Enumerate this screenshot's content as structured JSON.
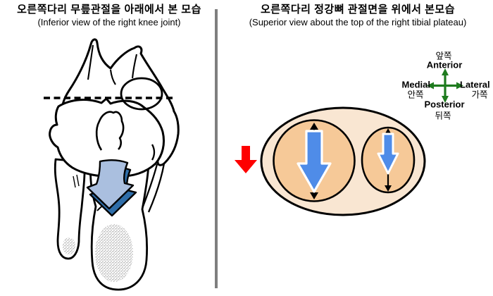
{
  "left_panel": {
    "title_ko": "오른쪽다리 무릎관절을 아래에서 본 모습",
    "title_en": "(Inferior view of the right knee joint)"
  },
  "right_panel": {
    "title_ko": "오른쪽다리 정강뼈 관절면을 위에서 본모습",
    "title_en": "(Superior view about the top of the right tibial plateau)",
    "compass": {
      "north_ko": "앞쪽",
      "north_en": "Anterior",
      "west_en": "Medial",
      "west_ko": "안쪽",
      "east_en": "Lateral",
      "east_ko": "가쪽",
      "south_en": "Posterior",
      "south_ko": "뒤쪽"
    }
  },
  "icons": {
    "blue-block-arrow-down": "solid blue downward block arrow with white outline",
    "small-blue-block-arrow-down": "smaller blue downward block arrow with white outline",
    "red-block-arrow-down": "solid red downward block arrow",
    "double-arrow-vertical": "black vertical double-headed measurement arrow",
    "compass-cross-arrows": "green four-way direction cross",
    "curved-3d-arrow-down": "light blue 3D curved block arrow pointing down"
  },
  "colors": {
    "divider": "#7f7f7f",
    "plateau_fill": "#f9e6d2",
    "condyle_fill": "#f6c998",
    "blue_arrow": "#4f8ce8",
    "red_arrow": "#fe0000",
    "green_arrow": "#1e7b1e",
    "arrow3d_face": "#aabfdf",
    "arrow3d_side": "#2f6ea9",
    "outline": "#000000",
    "bone_fill": "#ffffff"
  }
}
